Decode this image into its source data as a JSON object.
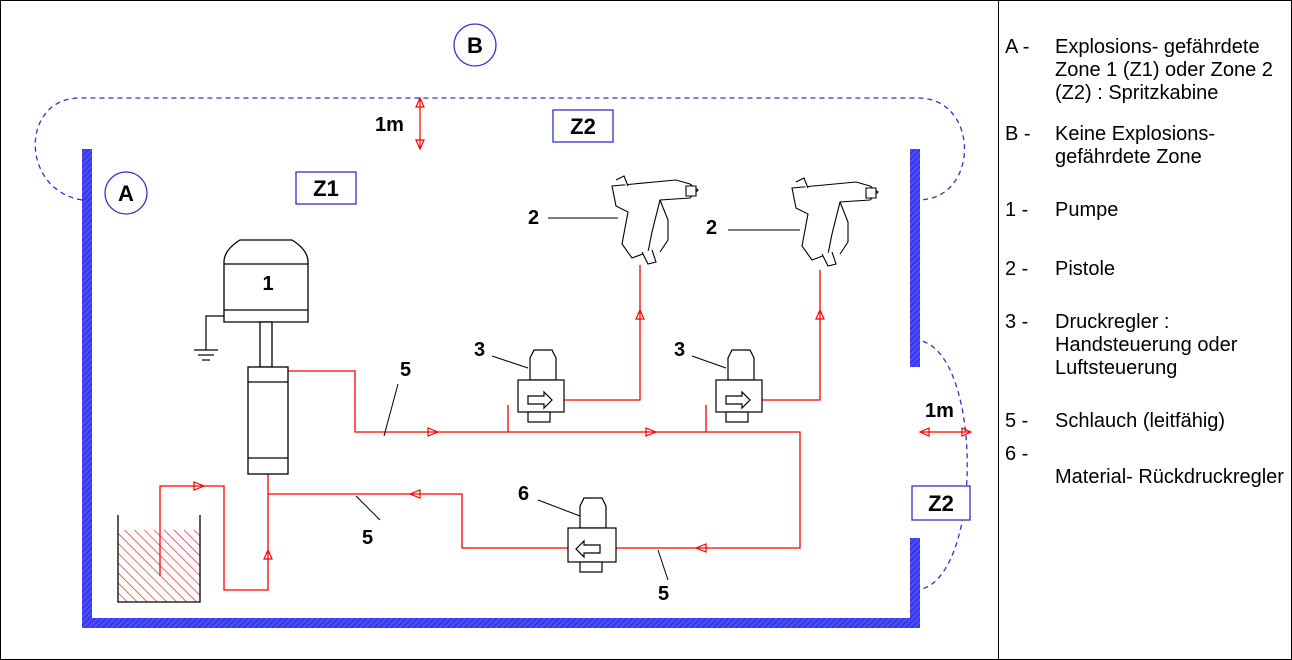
{
  "diagram": {
    "zone_b": "B",
    "zone_a": "A",
    "z1": "Z1",
    "z2_top": "Z2",
    "z2_right": "Z2",
    "dist_top": "1m",
    "dist_right": "1m",
    "pump_num": "1",
    "gun1_num": "2",
    "gun2_num": "2",
    "reg1_num": "3",
    "reg2_num": "3",
    "back_reg_num": "6",
    "hose_top": "5",
    "hose_left": "5",
    "hose_bottom": "5"
  },
  "legend": [
    {
      "key": "A -",
      "text": "Explosions- gefährdete Zone 1 (Z1) oder Zone 2 (Z2) : Spritzkabine"
    },
    {
      "key": "B -",
      "text": "Keine Explosions- gefährdete Zone"
    },
    {
      "key": "1 -",
      "text": "Pumpe"
    },
    {
      "key": "2 -",
      "text": "Pistole"
    },
    {
      "key": "3 -",
      "text": "Druckregler : Handsteuerung oder Luftsteuerung"
    },
    {
      "key": "5 -",
      "text": "Schlauch (leitfähig)"
    },
    {
      "key": "6 -",
      "text": "Material- Rückdruckregler"
    }
  ],
  "colors": {
    "hose": "#ff0000",
    "wall": "#3333ff",
    "zone_line": "#3333cc"
  }
}
